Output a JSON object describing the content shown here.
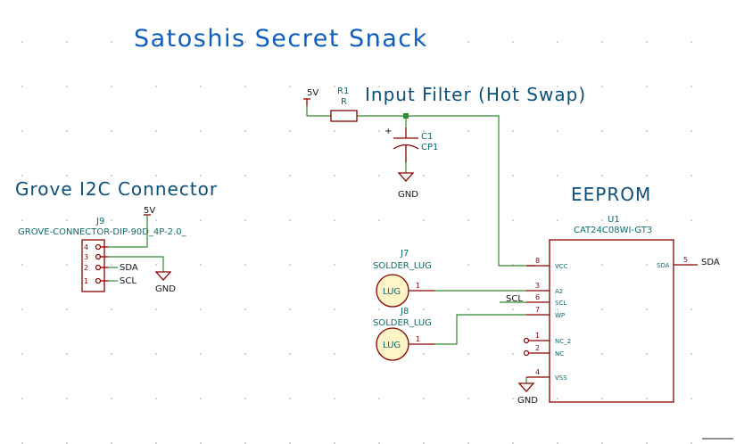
{
  "title": "Satoshis Secret Snack",
  "notes": {
    "input_filter": "Input Filter (Hot Swap)",
    "grove": "Grove I2C Connector",
    "eeprom": "EEPROM"
  },
  "power": {
    "five_v_top": "5V",
    "five_v_grove": "5V",
    "gnd_cap": "GND",
    "gnd_grove": "GND",
    "gnd_u1": "GND"
  },
  "r1": {
    "ref": "R1",
    "value": "R"
  },
  "c1": {
    "ref": "C1",
    "value": "CP1",
    "plus": "+"
  },
  "j9": {
    "ref": "J9",
    "value": "GROVE-CONNECTOR-DIP-90D_4P-2.0_",
    "pins": [
      "4",
      "3",
      "2",
      "1"
    ],
    "net_sda": "SDA",
    "net_scl": "SCL"
  },
  "j7": {
    "ref": "J7",
    "value": "SOLDER_LUG",
    "label": "LUG",
    "pin": "1"
  },
  "j8": {
    "ref": "J8",
    "value": "SOLDER_LUG",
    "label": "LUG",
    "pin": "1"
  },
  "u1": {
    "ref": "U1",
    "value": "CAT24C08WI-GT3",
    "pins_left": [
      {
        "num": "8",
        "name": "VCC"
      },
      {
        "num": "3",
        "name": "A2"
      },
      {
        "num": "6",
        "name": "SCL"
      },
      {
        "num": "7",
        "name": "WP"
      },
      {
        "num": "1",
        "name": "NC_2"
      },
      {
        "num": "2",
        "name": "NC"
      },
      {
        "num": "4",
        "name": "VSS"
      }
    ],
    "pin_right": {
      "num": "5",
      "name": "SDA"
    }
  },
  "nets": {
    "scl": "SCL",
    "sda": "SDA"
  }
}
